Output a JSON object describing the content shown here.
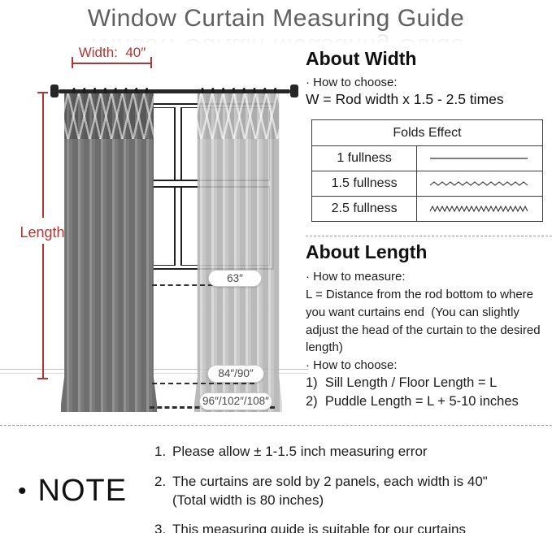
{
  "title": "Window Curtain Measuring Guide",
  "diagram": {
    "width_label": "Width:  40″",
    "length_label": "Length",
    "length_badges": [
      "63″",
      "84″/90″",
      "96″/102″/108″"
    ]
  },
  "about_width": {
    "heading": "About Width",
    "subheading": "· How to choose:",
    "formula": "W = Rod width x 1.5 - 2.5 times",
    "folds_table": {
      "header": "Folds Effect",
      "rows": [
        {
          "label": "1 fullness",
          "effect": "straight line"
        },
        {
          "label": "1.5 fullness",
          "effect": "loose zigzag"
        },
        {
          "label": "2.5 fullness",
          "effect": "dense zigzag"
        }
      ]
    }
  },
  "about_length": {
    "heading": "About Length",
    "measure_heading": "· How to measure:",
    "measure_text": "L = Distance from the rod bottom to where you want curtains end  (You can slightly adjust the head of the curtain to the desired length)",
    "choose_heading": "· How to choose:",
    "choices": [
      "1)  Sill Length / Floor Length = L",
      "2)  Puddle Length = L + 5-10 inches"
    ]
  },
  "note": {
    "bullet": "•",
    "heading": "NOTE",
    "items": [
      {
        "number": "1.",
        "text": "Please allow ± 1-1.5 inch measuring error",
        "sub": ""
      },
      {
        "number": "2.",
        "text": "The curtains are sold by 2 panels, each width is 40\"",
        "sub": "(Total width is 80 inches)"
      },
      {
        "number": "3.",
        "text": "This measuring guide is suitable for our curtains",
        "sub": ""
      }
    ]
  },
  "colors": {
    "accent_red": "#b23434",
    "title_gray": "#606060",
    "text_dark": "#1b1b1b",
    "curtain_dark": "#787878",
    "curtain_light": "#c6c6c6",
    "rod_black": "#262626"
  }
}
